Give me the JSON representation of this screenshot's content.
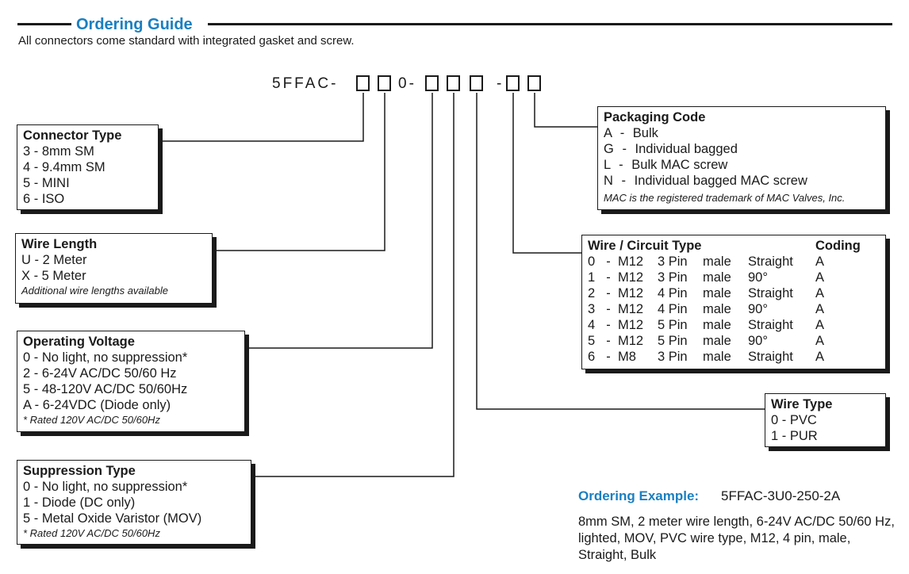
{
  "header": {
    "title": "Ordering Guide",
    "subtitle": "All connectors come standard with integrated gasket and screw."
  },
  "part_code": {
    "prefix": "5FFAC-",
    "mid_0": "0-",
    "dash": "-"
  },
  "connector_type": {
    "heading": "Connector Type",
    "items": [
      "3 - 8mm SM",
      "4 - 9.4mm SM",
      "5 - MINI",
      "6 - ISO"
    ]
  },
  "wire_length": {
    "heading": "Wire Length",
    "items": [
      "U - 2 Meter",
      "X - 5 Meter"
    ],
    "note": "Additional wire lengths available"
  },
  "operating_voltage": {
    "heading": "Operating Voltage",
    "items": [
      "0 - No light, no suppression*",
      "2 - 6-24V AC/DC 50/60 Hz",
      "5 - 48-120V AC/DC 50/60Hz",
      "A - 6-24VDC (Diode only)"
    ],
    "note": "* Rated 120V AC/DC 50/60Hz"
  },
  "suppression_type": {
    "heading": "Suppression Type",
    "items": [
      "0 - No light, no suppression*",
      "1 - Diode (DC only)",
      "5 - Metal Oxide Varistor (MOV)"
    ],
    "note": "* Rated 120V AC/DC 50/60Hz"
  },
  "packaging_code": {
    "heading": "Packaging Code",
    "items": [
      {
        "code": "A",
        "sep": "-",
        "label": "Bulk"
      },
      {
        "code": "G",
        "sep": "-",
        "label": "Individual bagged"
      },
      {
        "code": "L",
        "sep": "-",
        "label": "Bulk MAC screw"
      },
      {
        "code": "N",
        "sep": "-",
        "label": "Individual bagged MAC screw"
      }
    ],
    "note": "MAC is the registered trademark of MAC Valves, Inc."
  },
  "wire_circuit_type": {
    "heading": "Wire / Circuit Type",
    "coding_heading": "Coding",
    "rows": [
      [
        "0",
        "-",
        "M12",
        "3 Pin",
        "male",
        "Straight",
        "A"
      ],
      [
        "1",
        "-",
        "M12",
        "3 Pin",
        "male",
        "90°",
        "A"
      ],
      [
        "2",
        "-",
        "M12",
        "4 Pin",
        "male",
        "Straight",
        "A"
      ],
      [
        "3",
        "-",
        "M12",
        "4 Pin",
        "male",
        "90°",
        "A"
      ],
      [
        "4",
        "-",
        "M12",
        "5 Pin",
        "male",
        "Straight",
        "A"
      ],
      [
        "5",
        "-",
        "M12",
        "5 Pin",
        "male",
        "90°",
        "A"
      ],
      [
        "6",
        "-",
        "M8",
        "3 Pin",
        "male",
        "Straight",
        "A"
      ]
    ]
  },
  "wire_type": {
    "heading": "Wire Type",
    "items": [
      "0 - PVC",
      "1 - PUR"
    ]
  },
  "ordering_example": {
    "label": "Ordering Example:",
    "code": "5FFAC-3U0-250-2A",
    "description": "8mm SM, 2 meter wire length, 6-24V AC/DC 50/60 Hz, lighted, MOV, PVC wire type, M12, 4 pin, male, Straight, Bulk"
  },
  "colors": {
    "accent": "#1a7fc1",
    "ink": "#1a1a1a"
  }
}
